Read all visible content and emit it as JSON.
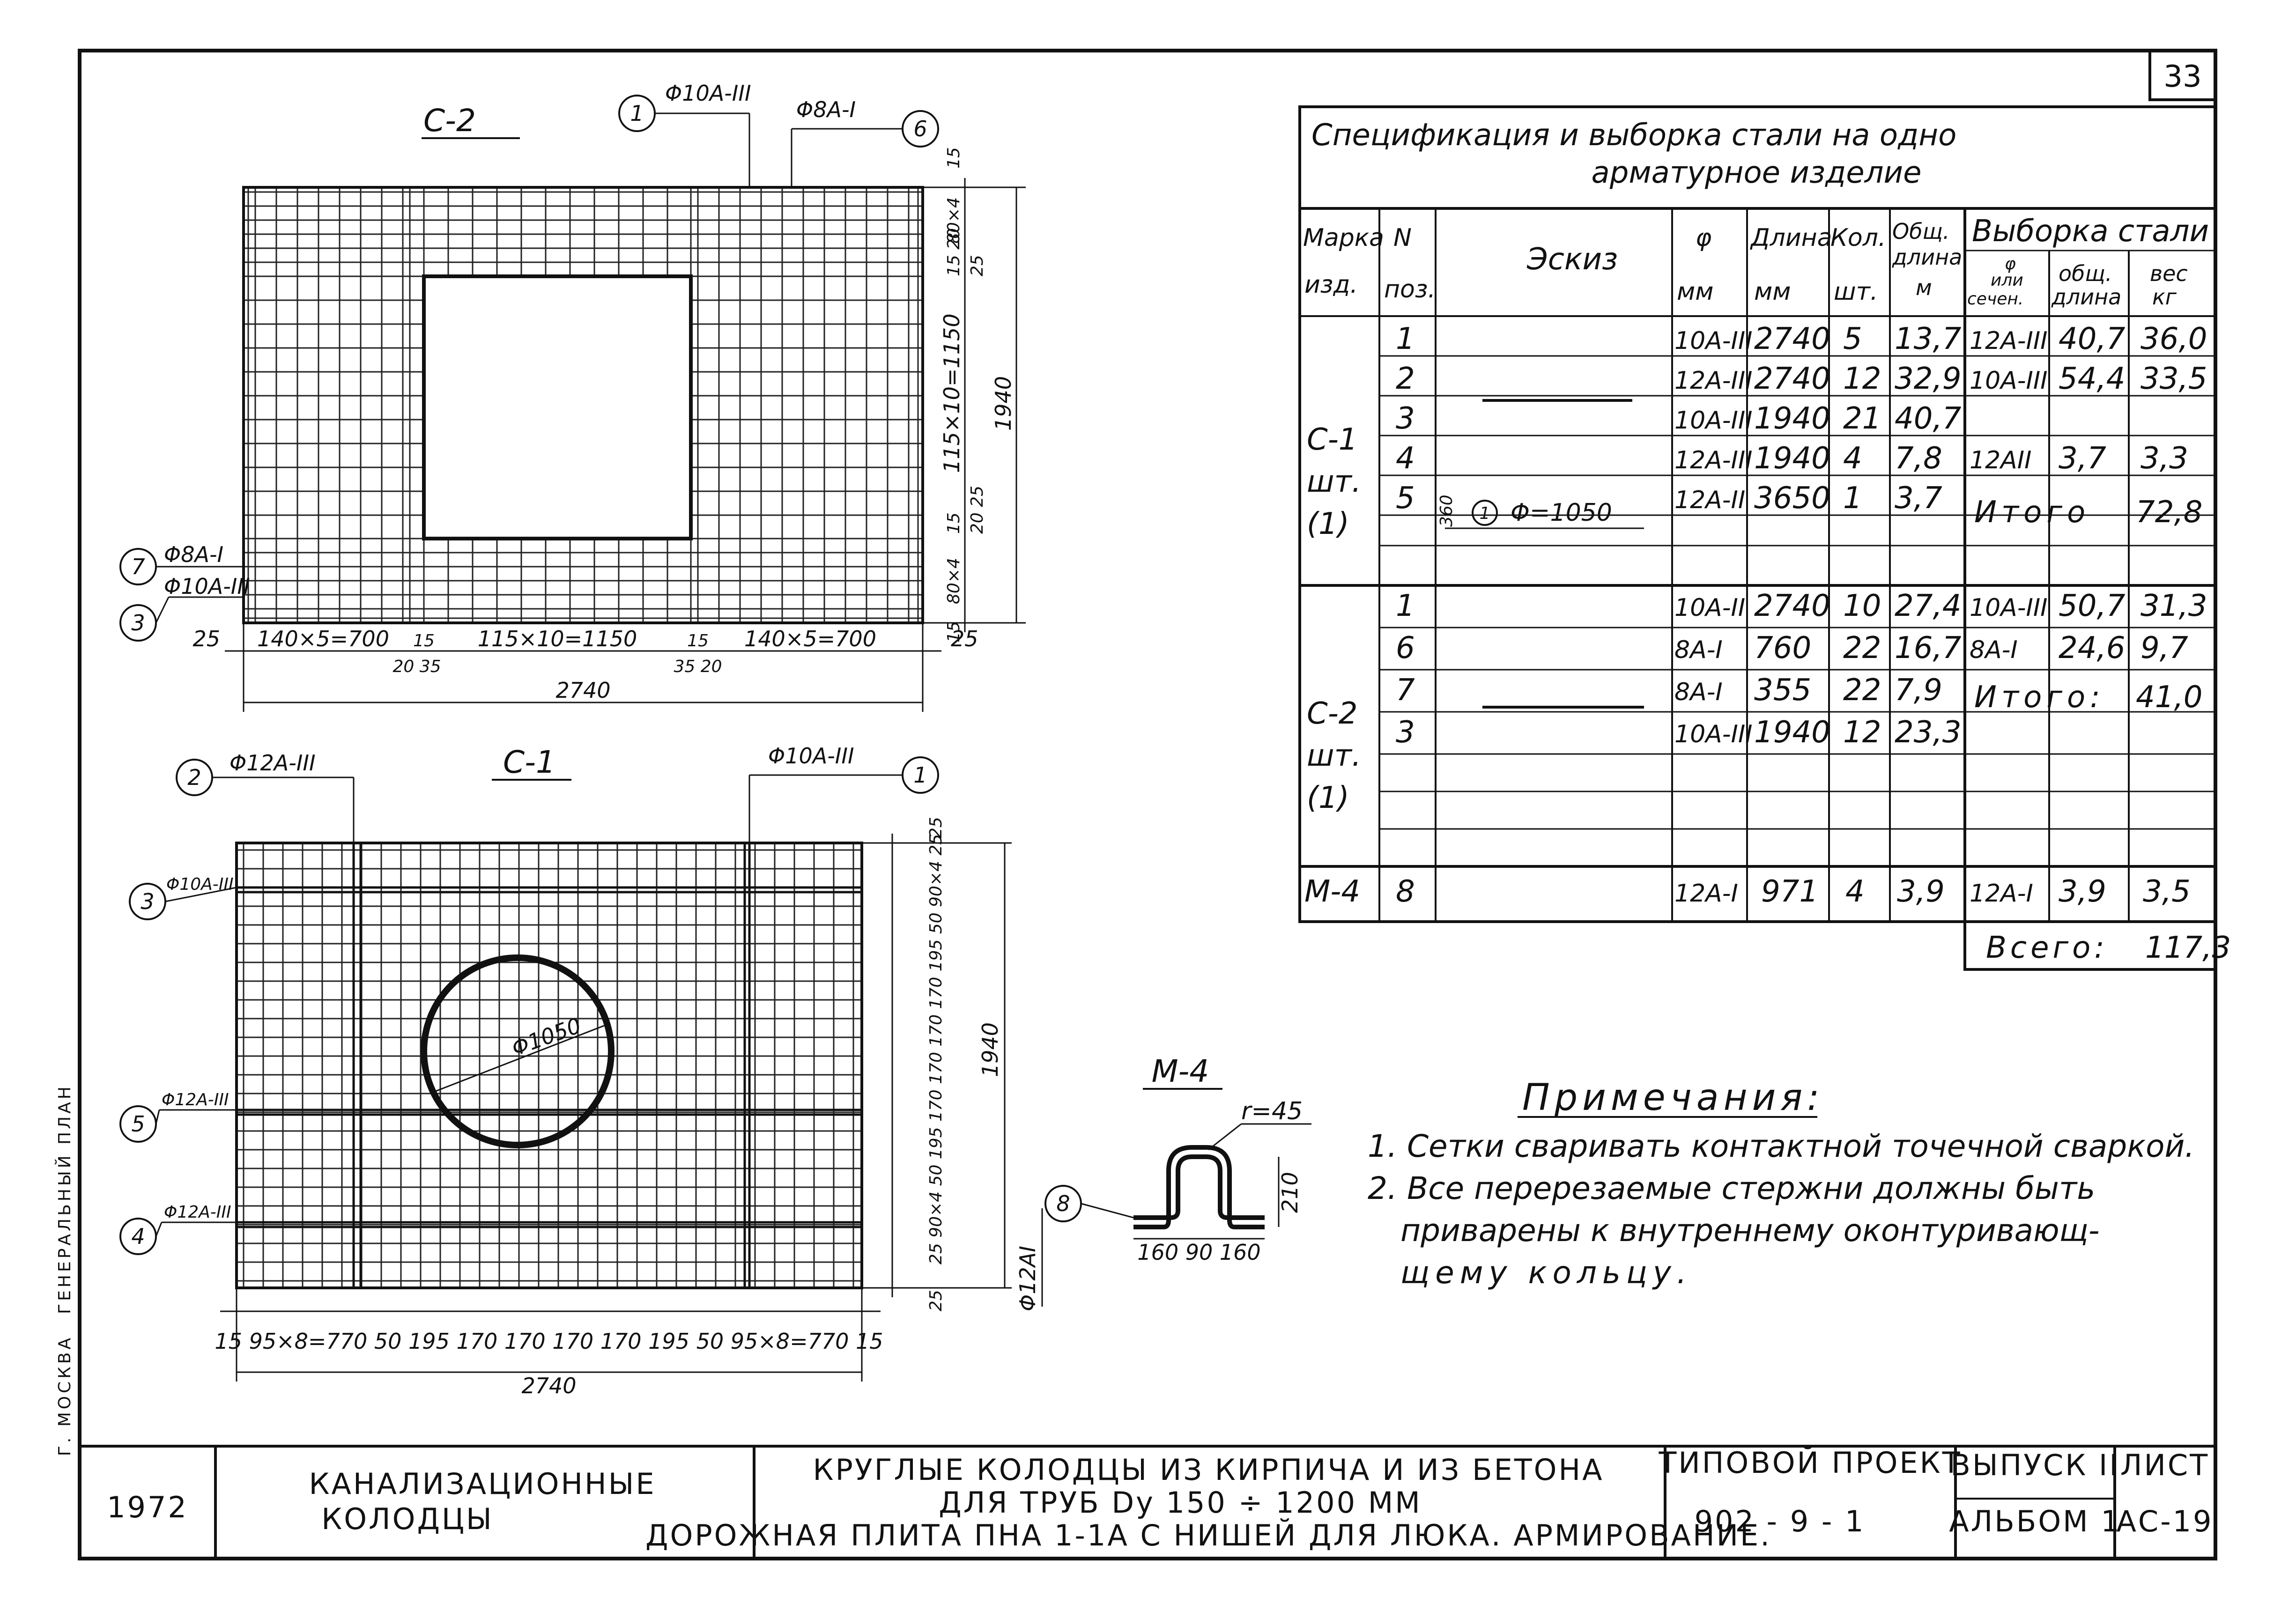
{
  "sheet": {
    "page_number": "33",
    "side_label": "ГЕНЕРАЛЬНЫЙ ПЛАН",
    "city": "Г. МОСКВА"
  },
  "meshes": {
    "c2": {
      "title": "С-2",
      "callout_1": "1",
      "callout_1_bar": "Φ10A-III",
      "callout_6": "6",
      "callout_6_bar": "Φ8A-I",
      "callout_7": "7",
      "callout_7_bar": "Φ8A-I",
      "callout_3": "3",
      "callout_3_bar": "Φ10A-III",
      "dim_bottom_1": "25",
      "dim_bottom_2": "140×5=700",
      "dim_bottom_3": "15",
      "dim_bottom_4": "115×10=1150",
      "dim_bottom_5": "15",
      "dim_bottom_6": "140×5=700",
      "dim_bottom_7": "25",
      "dim_bottom_sub_a": "20 35",
      "dim_bottom_sub_b": "35 20",
      "dim_total_x": "2740",
      "dim_right_1": "15",
      "dim_right_2": "80×4",
      "dim_right_3": "15 20",
      "dim_right_4": "25",
      "dim_right_5": "115×10=1150",
      "dim_right_6": "15",
      "dim_right_7": "20 25",
      "dim_right_8": "80×4",
      "dim_right_9": "15",
      "dim_total_y": "1940"
    },
    "c1": {
      "title": "С-1",
      "callout_2": "2",
      "callout_2_bar": "Φ12A-III",
      "callout_1": "1",
      "callout_1_bar": "Φ10A-III",
      "callout_3": "3",
      "callout_3_bar": "Φ10A-III",
      "callout_5": "5",
      "callout_5_bar": "Φ12A-III",
      "callout_4": "4",
      "callout_4_bar": "Φ12A-III",
      "ring_label": "Φ1050",
      "dim_bottom": "15   95×8=770  50 195 170 170 170 170 195 50   95×8=770   15",
      "dim_total_x": "2740",
      "dim_right": "25   90×4  50 195 170 170 170 170 195 50  90×4   25",
      "dim_total_y": "1940",
      "dim_right_top": "25",
      "dim_right_bottom": "25"
    },
    "m4": {
      "title": "М-4",
      "radius": "r=45",
      "callout_8": "8",
      "callout_8_bar": "Φ12AI",
      "dim_height": "210",
      "dim_base": "160 90 160"
    }
  },
  "spec_table": {
    "title_line1": "Спецификация и выборка стали на одно",
    "title_line2": "арматурное изделие",
    "headers": {
      "mark_1": "Марка",
      "mark_2": "изд.",
      "pos_1": "N",
      "pos_2": "поз.",
      "sketch": "Эскиз",
      "dia_1": "φ",
      "dia_2": "мм",
      "len_1": "Длина",
      "len_2": "мм",
      "qty_1": "Кол.",
      "qty_2": "шт.",
      "total_len_1": "Общ.",
      "total_len_2": "длина",
      "total_len_3": "м",
      "selection": "Выборка стали",
      "sel_dia_1": "φ",
      "sel_dia_2": "или",
      "sel_dia_3": "сечен.",
      "sel_len_1": "общ.",
      "sel_len_2": "длина",
      "sel_weight_1": "вес",
      "sel_weight_2": "кг"
    },
    "group_c1": {
      "mark_1": "С-1",
      "mark_2": "шт.",
      "mark_3": "(1)",
      "sketch_note": "Φ=1050",
      "sketch_dim": "360",
      "sketch_circle": "1",
      "rows": [
        {
          "pos": "1",
          "dia": "10A-III",
          "len": "2740",
          "qty": "5",
          "tot": "13,7"
        },
        {
          "pos": "2",
          "dia": "12A-III",
          "len": "2740",
          "qty": "12",
          "tot": "32,9"
        },
        {
          "pos": "3",
          "dia": "10A-III",
          "len": "1940",
          "qty": "21",
          "tot": "40,7"
        },
        {
          "pos": "4",
          "dia": "12A-III",
          "len": "1940",
          "qty": "4",
          "tot": "7,8"
        },
        {
          "pos": "5",
          "dia": "12A-II",
          "len": "3650",
          "qty": "1",
          "tot": "3,7"
        }
      ],
      "selection": [
        {
          "dia": "12A-III",
          "len": "40,7",
          "w": "36,0"
        },
        {
          "dia": "10A-III",
          "len": "54,4",
          "w": "33,5"
        },
        {
          "dia": "",
          "len": "",
          "w": ""
        },
        {
          "dia": "12AII",
          "len": "3,7",
          "w": "3,3"
        }
      ],
      "subtotal_label": "Итого",
      "subtotal_value": "72,8"
    },
    "group_c2": {
      "mark_1": "С-2",
      "mark_2": "шт.",
      "mark_3": "(1)",
      "rows": [
        {
          "pos": "1",
          "dia": "10A-II",
          "len": "2740",
          "qty": "10",
          "tot": "27,4"
        },
        {
          "pos": "6",
          "dia": "8A-I",
          "len": "760",
          "qty": "22",
          "tot": "16,7"
        },
        {
          "pos": "7",
          "dia": "8A-I",
          "len": "355",
          "qty": "22",
          "tot": "7,9"
        },
        {
          "pos": "3",
          "dia": "10A-III",
          "len": "1940",
          "qty": "12",
          "tot": "23,3"
        }
      ],
      "selection": [
        {
          "dia": "10A-III",
          "len": "50,7",
          "w": "31,3"
        },
        {
          "dia": "8A-I",
          "len": "24,6",
          "w": "9,7"
        }
      ],
      "subtotal_label": "Итого:",
      "subtotal_value": "41,0"
    },
    "group_m4": {
      "mark": "М-4",
      "row": {
        "pos": "8",
        "dia": "12A-I",
        "len": "971",
        "qty": "4",
        "tot": "3,9"
      },
      "selection": {
        "dia": "12A-I",
        "len": "3,9",
        "w": "3,5"
      }
    },
    "total_label": "Всего:",
    "total_value": "117,3"
  },
  "notes": {
    "title": "Примечания:",
    "line1": "1. Сетки сваривать контактной точечной сваркой.",
    "line2": "2. Все перерезаемые стержни должны быть",
    "line3": "приварены к внутреннему оконтуривающ-",
    "line4": "щему кольцу."
  },
  "title_block": {
    "year": "1972",
    "section_1": "КАНАЛИЗАЦИОННЫЕ",
    "section_2": "КОЛОДЦЫ",
    "desc_1": "КРУГЛЫЕ КОЛОДЦЫ ИЗ КИРПИЧА И ИЗ БЕТОНА",
    "desc_2": "ДЛЯ ТРУБ Dу 150 ÷ 1200 ММ",
    "desc_3": "ДОРОЖНАЯ ПЛИТА ПНА 1-1А С НИШЕЙ ДЛЯ ЛЮКА. АРМИРОВАНИЕ.",
    "project_label": "ТИПОВОЙ ПРОЕКТ",
    "project_no": "902 - 9 - 1",
    "issue_label": "ВЫПУСК II",
    "album_label": "АЛЬБОМ 1",
    "sheet_label": "ЛИСТ",
    "sheet_no": "АС-19"
  }
}
